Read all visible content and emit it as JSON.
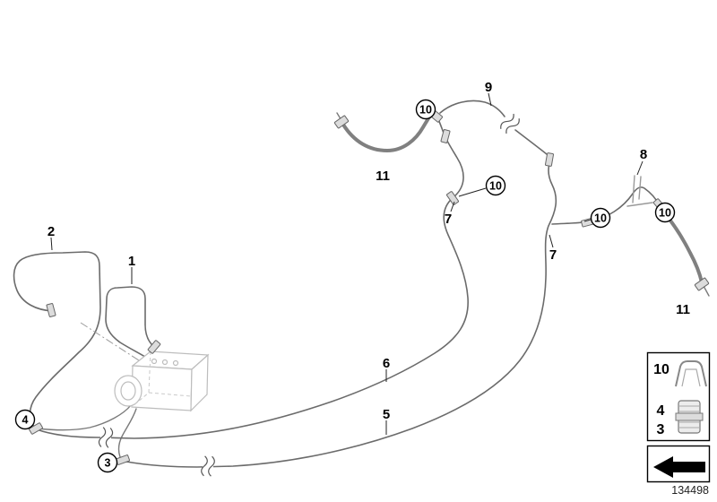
{
  "callouts": {
    "pipe_1": "1",
    "pipe_2": "2",
    "union_3": "3",
    "union_4": "4",
    "pipe_5": "5",
    "pipe_6": "6",
    "pipe_7_left": "7",
    "pipe_7_right": "7",
    "bracket_8": "8",
    "pipe_9": "9",
    "fitting_10_a": "10",
    "fitting_10_b": "10",
    "fitting_10_c": "10",
    "fitting_10_d": "10",
    "hose_11_left": "11",
    "hose_11_right": "11"
  },
  "legend": {
    "item_10": "10",
    "item_4": "4",
    "item_3": "3"
  },
  "footer": {
    "part_number": "134498"
  }
}
